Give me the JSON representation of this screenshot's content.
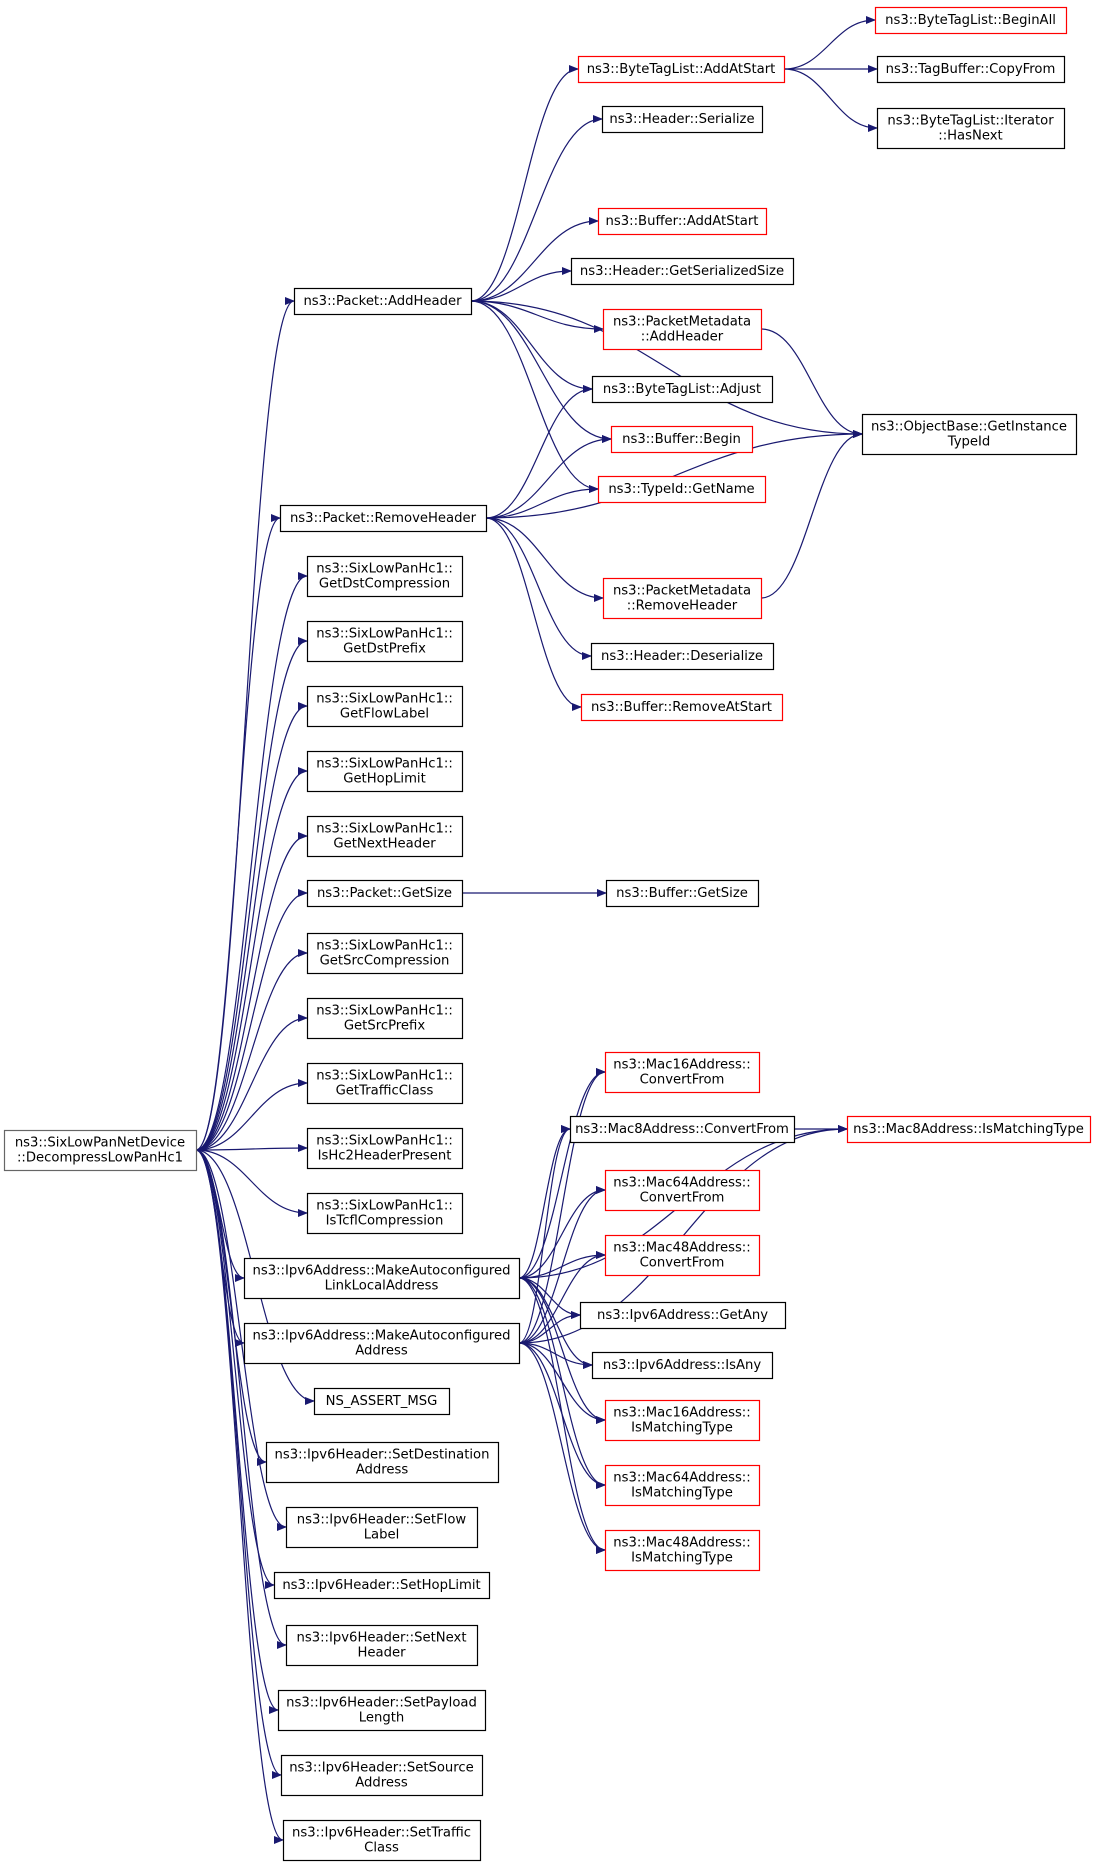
{
  "colors": {
    "edge": "#191970",
    "normal_border": "#000000",
    "red_border": "#ff0000",
    "root_fill": "#bfbfbf",
    "root_border": "#666666"
  },
  "nodes": [
    {
      "id": "root",
      "lines": [
        "ns3::SixLowPanNetDevice",
        "::DecompressLowPanHc1"
      ],
      "style": "root"
    },
    {
      "id": "addHeader",
      "lines": [
        "ns3::Packet::AddHeader"
      ],
      "style": "normal"
    },
    {
      "id": "removeHeader",
      "lines": [
        "ns3::Packet::RemoveHeader"
      ],
      "style": "normal"
    },
    {
      "id": "getDstCompression",
      "lines": [
        "ns3::SixLowPanHc1::",
        "GetDstCompression"
      ],
      "style": "normal"
    },
    {
      "id": "getDstPrefix",
      "lines": [
        "ns3::SixLowPanHc1::",
        "GetDstPrefix"
      ],
      "style": "normal"
    },
    {
      "id": "getFlowLabel",
      "lines": [
        "ns3::SixLowPanHc1::",
        "GetFlowLabel"
      ],
      "style": "normal"
    },
    {
      "id": "getHopLimit",
      "lines": [
        "ns3::SixLowPanHc1::",
        "GetHopLimit"
      ],
      "style": "normal"
    },
    {
      "id": "getNextHeader",
      "lines": [
        "ns3::SixLowPanHc1::",
        "GetNextHeader"
      ],
      "style": "normal"
    },
    {
      "id": "getSize",
      "lines": [
        "ns3::Packet::GetSize"
      ],
      "style": "normal"
    },
    {
      "id": "getSrcCompression",
      "lines": [
        "ns3::SixLowPanHc1::",
        "GetSrcCompression"
      ],
      "style": "normal"
    },
    {
      "id": "getSrcPrefix",
      "lines": [
        "ns3::SixLowPanHc1::",
        "GetSrcPrefix"
      ],
      "style": "normal"
    },
    {
      "id": "getTrafficClass",
      "lines": [
        "ns3::SixLowPanHc1::",
        "GetTrafficClass"
      ],
      "style": "normal"
    },
    {
      "id": "isHc2",
      "lines": [
        "ns3::SixLowPanHc1::",
        "IsHc2HeaderPresent"
      ],
      "style": "normal"
    },
    {
      "id": "isTcfl",
      "lines": [
        "ns3::SixLowPanHc1::",
        "IsTcflCompression"
      ],
      "style": "normal"
    },
    {
      "id": "makeLinkLocal",
      "lines": [
        "ns3::Ipv6Address::MakeAutoconfigured",
        "LinkLocalAddress"
      ],
      "style": "normal"
    },
    {
      "id": "makeAddr",
      "lines": [
        "ns3::Ipv6Address::MakeAutoconfigured",
        "Address"
      ],
      "style": "normal"
    },
    {
      "id": "nsAssert",
      "lines": [
        "NS_ASSERT_MSG"
      ],
      "style": "normal"
    },
    {
      "id": "setDest",
      "lines": [
        "ns3::Ipv6Header::SetDestination",
        "Address"
      ],
      "style": "normal"
    },
    {
      "id": "setFlow",
      "lines": [
        "ns3::Ipv6Header::SetFlow",
        "Label"
      ],
      "style": "normal"
    },
    {
      "id": "setHop",
      "lines": [
        "ns3::Ipv6Header::SetHopLimit"
      ],
      "style": "normal"
    },
    {
      "id": "setNext",
      "lines": [
        "ns3::Ipv6Header::SetNext",
        "Header"
      ],
      "style": "normal"
    },
    {
      "id": "setPayload",
      "lines": [
        "ns3::Ipv6Header::SetPayload",
        "Length"
      ],
      "style": "normal"
    },
    {
      "id": "setSource",
      "lines": [
        "ns3::Ipv6Header::SetSource",
        "Address"
      ],
      "style": "normal"
    },
    {
      "id": "setTraffic",
      "lines": [
        "ns3::Ipv6Header::SetTraffic",
        "Class"
      ],
      "style": "normal"
    },
    {
      "id": "btlAddAtStart",
      "lines": [
        "ns3::ByteTagList::AddAtStart"
      ],
      "style": "red"
    },
    {
      "id": "btlBeginAll",
      "lines": [
        "ns3::ByteTagList::BeginAll"
      ],
      "style": "red"
    },
    {
      "id": "tagBufCopyFrom",
      "lines": [
        "ns3::TagBuffer::CopyFrom"
      ],
      "style": "normal"
    },
    {
      "id": "btlIterHasNext",
      "lines": [
        "ns3::ByteTagList::Iterator",
        "::HasNext"
      ],
      "style": "normal"
    },
    {
      "id": "hdrSerialize",
      "lines": [
        "ns3::Header::Serialize"
      ],
      "style": "normal"
    },
    {
      "id": "bufAddAtStart",
      "lines": [
        "ns3::Buffer::AddAtStart"
      ],
      "style": "red"
    },
    {
      "id": "hdrGetSerSize",
      "lines": [
        "ns3::Header::GetSerializedSize"
      ],
      "style": "normal"
    },
    {
      "id": "pmAddHeader",
      "lines": [
        "ns3::PacketMetadata",
        "::AddHeader"
      ],
      "style": "red"
    },
    {
      "id": "btlAdjust",
      "lines": [
        "ns3::ByteTagList::Adjust"
      ],
      "style": "normal"
    },
    {
      "id": "bufBegin",
      "lines": [
        "ns3::Buffer::Begin"
      ],
      "style": "red"
    },
    {
      "id": "typeIdGetName",
      "lines": [
        "ns3::TypeId::GetName"
      ],
      "style": "red"
    },
    {
      "id": "objGetInstTypeId",
      "lines": [
        "ns3::ObjectBase::GetInstance",
        "TypeId"
      ],
      "style": "normal"
    },
    {
      "id": "pmRemoveHeader",
      "lines": [
        "ns3::PacketMetadata",
        "::RemoveHeader"
      ],
      "style": "red"
    },
    {
      "id": "hdrDeserialize",
      "lines": [
        "ns3::Header::Deserialize"
      ],
      "style": "normal"
    },
    {
      "id": "bufRemoveAtStart",
      "lines": [
        "ns3::Buffer::RemoveAtStart"
      ],
      "style": "red"
    },
    {
      "id": "bufGetSize",
      "lines": [
        "ns3::Buffer::GetSize"
      ],
      "style": "normal"
    },
    {
      "id": "mac16Convert",
      "lines": [
        "ns3::Mac16Address::",
        "ConvertFrom"
      ],
      "style": "red"
    },
    {
      "id": "mac8Convert",
      "lines": [
        "ns3::Mac8Address::ConvertFrom"
      ],
      "style": "normal"
    },
    {
      "id": "mac8IsMatching",
      "lines": [
        "ns3::Mac8Address::IsMatchingType"
      ],
      "style": "red"
    },
    {
      "id": "mac64Convert",
      "lines": [
        "ns3::Mac64Address::",
        "ConvertFrom"
      ],
      "style": "red"
    },
    {
      "id": "mac48Convert",
      "lines": [
        "ns3::Mac48Address::",
        "ConvertFrom"
      ],
      "style": "red"
    },
    {
      "id": "ipv6GetAny",
      "lines": [
        "ns3::Ipv6Address::GetAny"
      ],
      "style": "normal"
    },
    {
      "id": "ipv6IsAny",
      "lines": [
        "ns3::Ipv6Address::IsAny"
      ],
      "style": "normal"
    },
    {
      "id": "mac16IsMatching",
      "lines": [
        "ns3::Mac16Address::",
        "IsMatchingType"
      ],
      "style": "red"
    },
    {
      "id": "mac64IsMatching",
      "lines": [
        "ns3::Mac64Address::",
        "IsMatchingType"
      ],
      "style": "red"
    },
    {
      "id": "mac48IsMatching",
      "lines": [
        "ns3::Mac48Address::",
        "IsMatchingType"
      ],
      "style": "red"
    }
  ],
  "edges": [
    [
      "root",
      "addHeader"
    ],
    [
      "root",
      "removeHeader"
    ],
    [
      "root",
      "getDstCompression"
    ],
    [
      "root",
      "getDstPrefix"
    ],
    [
      "root",
      "getFlowLabel"
    ],
    [
      "root",
      "getHopLimit"
    ],
    [
      "root",
      "getNextHeader"
    ],
    [
      "root",
      "getSize"
    ],
    [
      "root",
      "getSrcCompression"
    ],
    [
      "root",
      "getSrcPrefix"
    ],
    [
      "root",
      "getTrafficClass"
    ],
    [
      "root",
      "isHc2"
    ],
    [
      "root",
      "isTcfl"
    ],
    [
      "root",
      "makeLinkLocal"
    ],
    [
      "root",
      "makeAddr"
    ],
    [
      "root",
      "nsAssert"
    ],
    [
      "root",
      "setDest"
    ],
    [
      "root",
      "setFlow"
    ],
    [
      "root",
      "setHop"
    ],
    [
      "root",
      "setNext"
    ],
    [
      "root",
      "setPayload"
    ],
    [
      "root",
      "setSource"
    ],
    [
      "root",
      "setTraffic"
    ],
    [
      "addHeader",
      "btlAddAtStart"
    ],
    [
      "addHeader",
      "hdrSerialize"
    ],
    [
      "addHeader",
      "objGetInstTypeId"
    ],
    [
      "addHeader",
      "bufAddAtStart"
    ],
    [
      "addHeader",
      "hdrGetSerSize"
    ],
    [
      "addHeader",
      "pmAddHeader"
    ],
    [
      "addHeader",
      "btlAdjust"
    ],
    [
      "addHeader",
      "bufBegin"
    ],
    [
      "addHeader",
      "typeIdGetName"
    ],
    [
      "btlAddAtStart",
      "btlBeginAll"
    ],
    [
      "btlAddAtStart",
      "tagBufCopyFrom"
    ],
    [
      "btlAddAtStart",
      "btlIterHasNext"
    ],
    [
      "pmAddHeader",
      "objGetInstTypeId"
    ],
    [
      "removeHeader",
      "btlAdjust"
    ],
    [
      "removeHeader",
      "bufBegin"
    ],
    [
      "removeHeader",
      "typeIdGetName"
    ],
    [
      "removeHeader",
      "objGetInstTypeId"
    ],
    [
      "removeHeader",
      "pmRemoveHeader"
    ],
    [
      "removeHeader",
      "hdrDeserialize"
    ],
    [
      "removeHeader",
      "bufRemoveAtStart"
    ],
    [
      "pmRemoveHeader",
      "objGetInstTypeId"
    ],
    [
      "getSize",
      "bufGetSize"
    ],
    [
      "makeLinkLocal",
      "mac16Convert"
    ],
    [
      "makeLinkLocal",
      "mac8Convert"
    ],
    [
      "makeLinkLocal",
      "mac64Convert"
    ],
    [
      "makeLinkLocal",
      "mac48Convert"
    ],
    [
      "makeLinkLocal",
      "ipv6GetAny"
    ],
    [
      "makeLinkLocal",
      "ipv6IsAny"
    ],
    [
      "makeLinkLocal",
      "mac16IsMatching"
    ],
    [
      "makeLinkLocal",
      "mac64IsMatching"
    ],
    [
      "makeLinkLocal",
      "mac48IsMatching"
    ],
    [
      "makeLinkLocal",
      "mac8IsMatching"
    ],
    [
      "makeAddr",
      "mac16Convert"
    ],
    [
      "makeAddr",
      "mac8Convert"
    ],
    [
      "makeAddr",
      "mac64Convert"
    ],
    [
      "makeAddr",
      "mac48Convert"
    ],
    [
      "makeAddr",
      "ipv6GetAny"
    ],
    [
      "makeAddr",
      "ipv6IsAny"
    ],
    [
      "makeAddr",
      "mac16IsMatching"
    ],
    [
      "makeAddr",
      "mac64IsMatching"
    ],
    [
      "makeAddr",
      "mac48IsMatching"
    ],
    [
      "makeAddr",
      "mac8IsMatching"
    ],
    [
      "mac8Convert",
      "mac8IsMatching"
    ]
  ]
}
